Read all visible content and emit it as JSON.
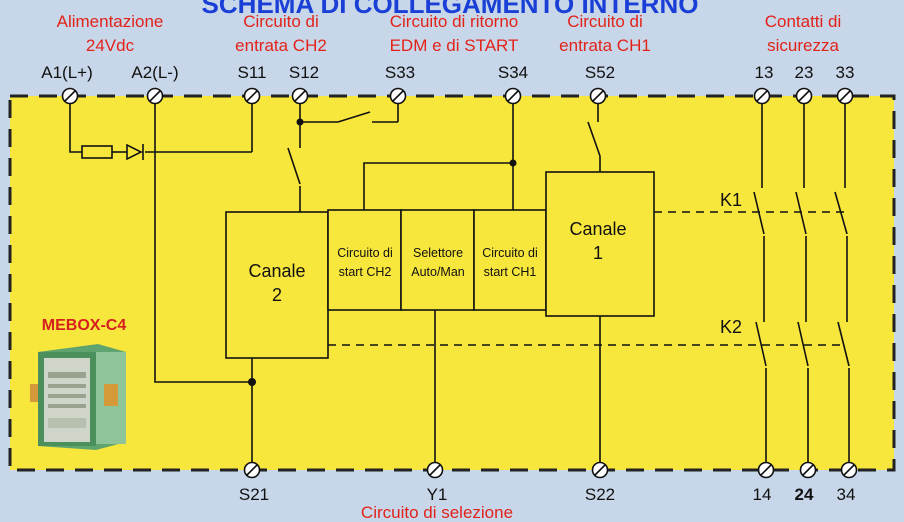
{
  "title": "SCHEMA DI COLLEGAMENTO INTERNO",
  "colors": {
    "background": "#c7d6e8",
    "panel": "#f7e63c",
    "label_red": "#e2231a",
    "title_blue": "#1a3fd6",
    "line": "#111111"
  },
  "top_labels": [
    {
      "lines": [
        "Alimentazione",
        "24Vdc"
      ]
    },
    {
      "lines": [
        "Circuito di",
        "entrata CH2"
      ]
    },
    {
      "lines": [
        "Circuito di ritorno",
        "EDM e di START"
      ]
    },
    {
      "lines": [
        "Circuito di",
        "entrata CH1"
      ]
    },
    {
      "lines": [
        "Contatti di",
        "sicurezza"
      ]
    }
  ],
  "top_terminals": [
    "A1(L+)",
    "A2(L-)",
    "S11",
    "S12",
    "S33",
    "S34",
    "S52",
    "13",
    "23",
    "33"
  ],
  "bottom_terminals": [
    "S21",
    "Y1",
    "S22",
    "14",
    "24",
    "34"
  ],
  "bottom_label": "Circuito di selezione",
  "blocks": {
    "canale2": [
      "Canale",
      "2"
    ],
    "start_ch2": [
      "Circuito di",
      "start CH2"
    ],
    "selettore": [
      "Selettore",
      "Auto/Man"
    ],
    "start_ch1": [
      "Circuito di",
      "start CH1"
    ],
    "canale1": [
      "Canale",
      "1"
    ]
  },
  "relays": [
    "K1",
    "K2"
  ],
  "product": {
    "name": "MEBOX-C4",
    "image": "din-rail-relay-module"
  }
}
